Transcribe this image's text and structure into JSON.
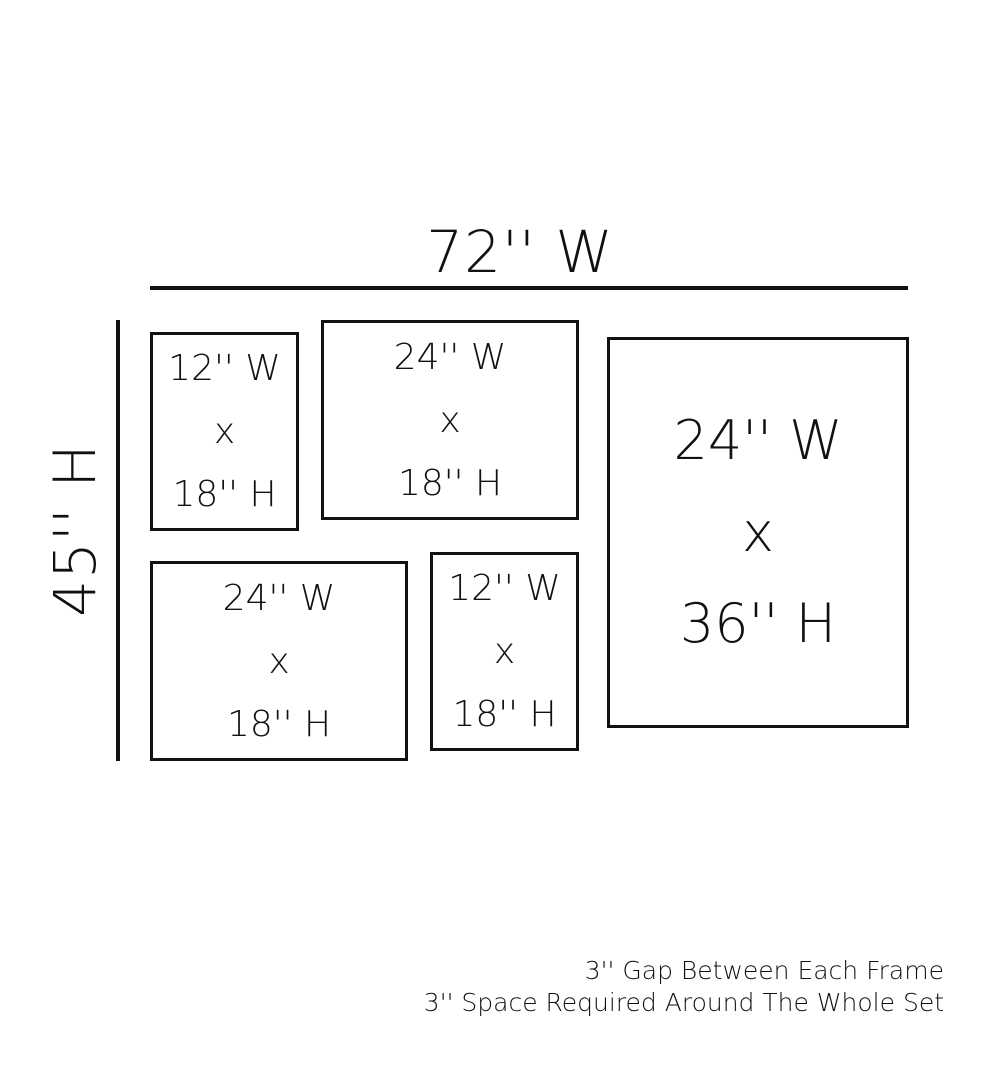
{
  "width_label": "72'' W",
  "height_label": "45'' H",
  "frames": [
    {
      "width": "12'' W",
      "sep": "x",
      "height": "18'' H"
    },
    {
      "width": "24'' W",
      "sep": "x",
      "height": "18'' H"
    },
    {
      "width": "24'' W",
      "sep": "x",
      "height": "36'' H"
    },
    {
      "width": "24'' W",
      "sep": "x",
      "height": "18'' H"
    },
    {
      "width": "12'' W",
      "sep": "x",
      "height": "18'' H"
    }
  ],
  "notes": [
    "3'' Gap Between Each Frame",
    "3'' Space Required Around The Whole Set"
  ]
}
